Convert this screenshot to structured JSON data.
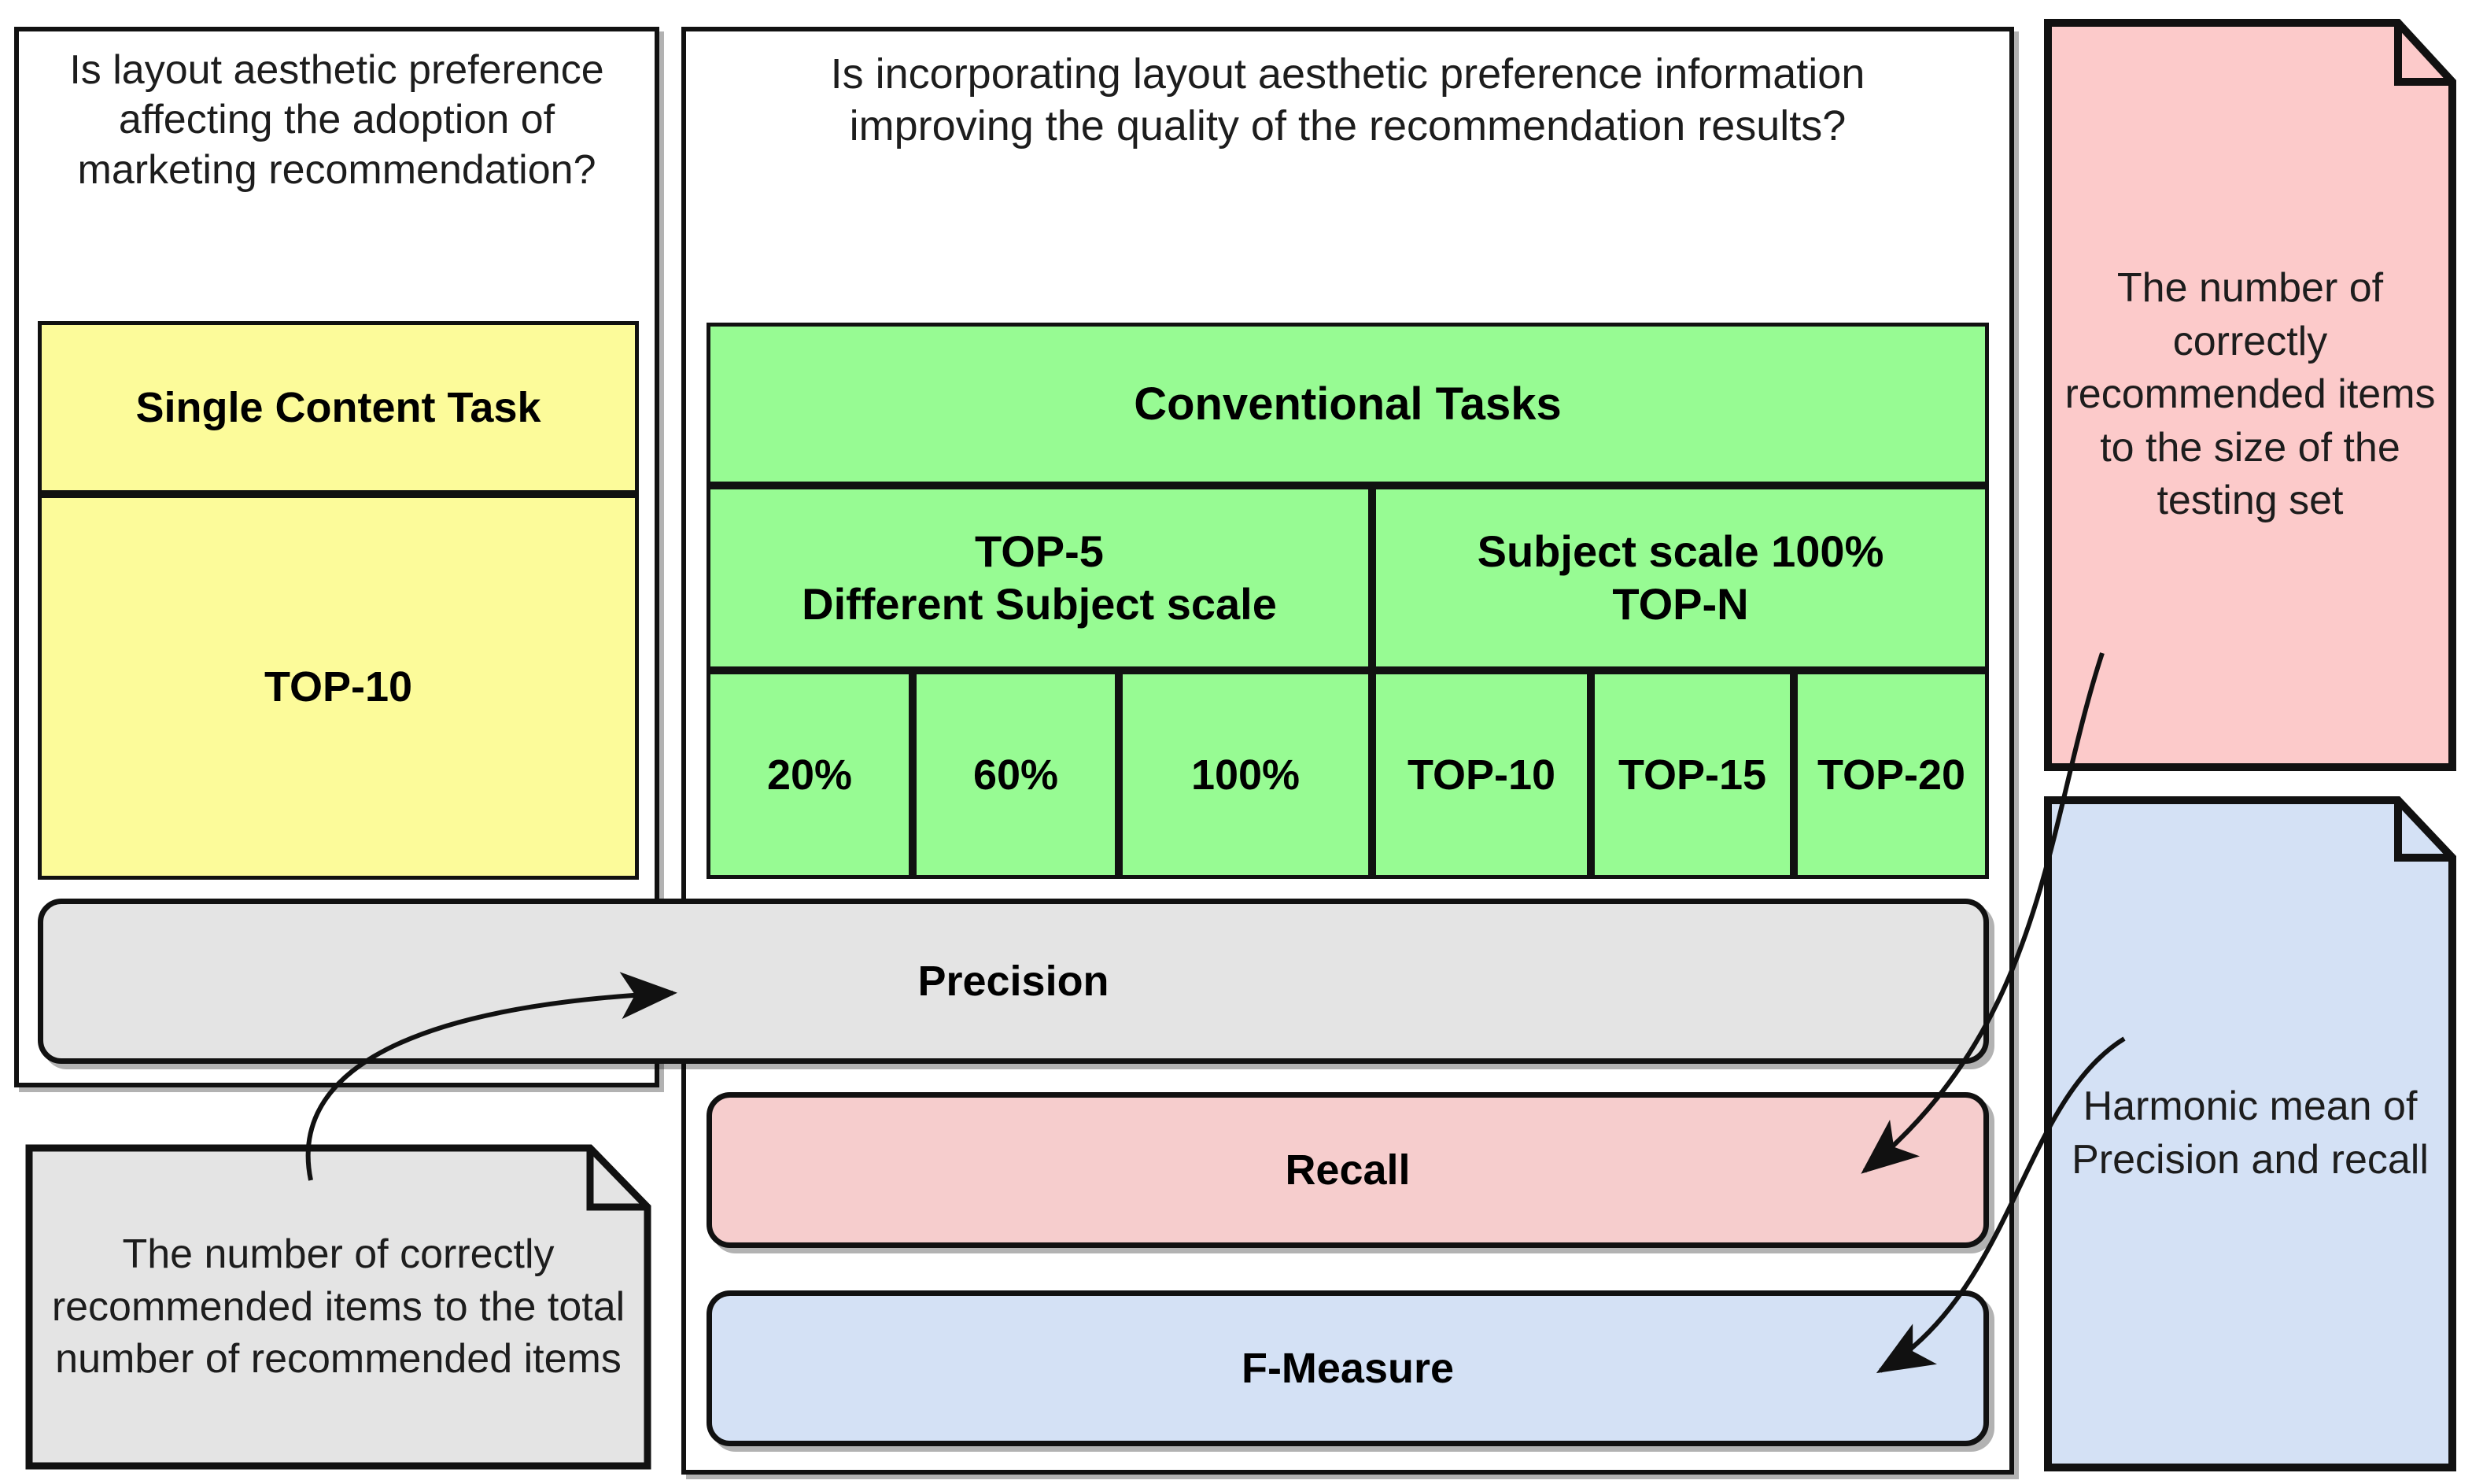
{
  "diagram": {
    "title": "Experiment design and evaluation metrics diagram",
    "colors": {
      "yellow": "#FCFB9A",
      "green": "#97FB93",
      "pink_note": "#FCCACA",
      "blue_note": "#D4E1F5",
      "grey_note": "#E4E4E4",
      "bar_grey": "#E4E4E4",
      "bar_pink": "#F6CDCD",
      "bar_blue": "#D4E1F5",
      "outline": "#111111"
    }
  },
  "left_panel": {
    "question": "Is layout aesthetic preference affecting the adoption of marketing recommendation?",
    "task_label": "Single Content Task",
    "task_value": "TOP-10"
  },
  "center_panel": {
    "question": "Is incorporating layout aesthetic preference information improving the quality of the recommendation results?",
    "table": {
      "header": "Conventional Tasks",
      "groups": [
        {
          "label": "TOP-5\nDifferent Subject scale",
          "line1": "TOP-5",
          "line2": "Different Subject scale",
          "columns": [
            "20%",
            "60%",
            "100%"
          ]
        },
        {
          "label": "Subject scale 100%\nTOP-N",
          "line1": "Subject scale 100%",
          "line2": "TOP-N",
          "columns": [
            "TOP-10",
            "TOP-15",
            "TOP-20"
          ]
        }
      ]
    }
  },
  "metrics": [
    {
      "name": "precision",
      "label": "Precision"
    },
    {
      "name": "recall",
      "label": "Recall"
    },
    {
      "name": "f-measure",
      "label": "F-Measure"
    }
  ],
  "notes": [
    {
      "name": "precision-definition-note",
      "color": "grey",
      "text": "The number of correctly recommended items to the total number of recommended items",
      "points_to": "Precision"
    },
    {
      "name": "recall-definition-note",
      "color": "pink",
      "text": "The number of correctly recommended items to the size of the testing set",
      "points_to": "Recall"
    },
    {
      "name": "fmeasure-definition-note",
      "color": "blue",
      "text": "Harmonic mean of Precision and recall",
      "points_to": "F-Measure"
    }
  ]
}
